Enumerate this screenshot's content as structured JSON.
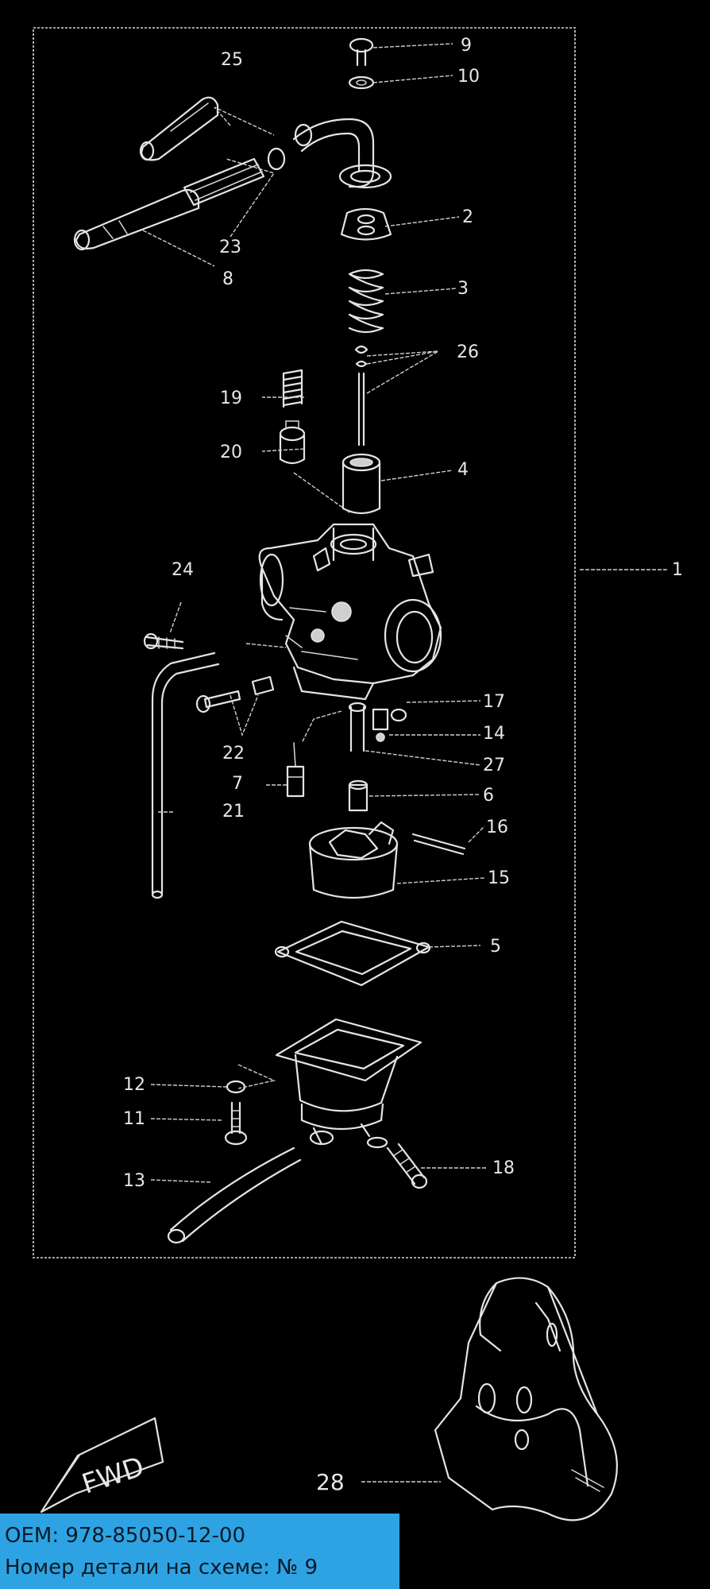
{
  "callouts": {
    "c1": "1",
    "c2": "2",
    "c3": "3",
    "c4": "4",
    "c5": "5",
    "c6": "6",
    "c7": "7",
    "c8": "8",
    "c9": "9",
    "c10": "10",
    "c11": "11",
    "c12": "12",
    "c13": "13",
    "c14": "14",
    "c15": "15",
    "c16": "16",
    "c17": "17",
    "c18": "18",
    "c19": "19",
    "c20": "20",
    "c21": "21",
    "c22": "22",
    "c23": "23",
    "c24": "24",
    "c25": "25",
    "c26": "26",
    "c27": "27",
    "c28": "28"
  },
  "direction_label": "FWD",
  "info": {
    "oem": "OEM: 978-85050-12-00",
    "part_number": "Номер детали на схеме: № 9"
  },
  "colors": {
    "background": "#000000",
    "line_art": "#e4e4e4",
    "info_panel": "#2ea3e3"
  }
}
